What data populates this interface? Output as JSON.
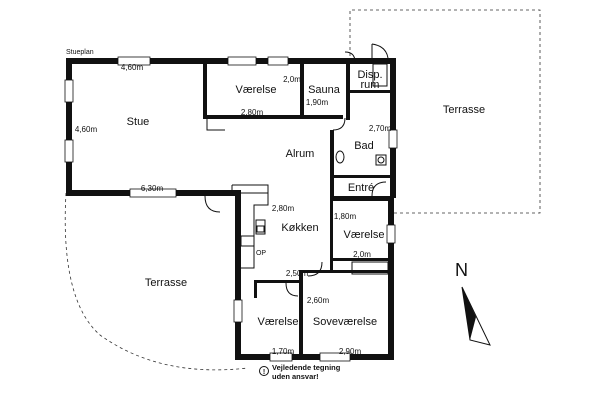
{
  "plan_title": "Stueplan",
  "rooms": {
    "stue": "Stue",
    "vaerelse_top": "Værelse",
    "sauna": "Sauna",
    "disp_line1": "Disp.",
    "disp_line2": "rum",
    "alrum": "Alrum",
    "bad": "Bad",
    "entre": "Entré",
    "koekken": "Køkken",
    "vaerelse_mid": "Værelse",
    "vaerelse_bottom": "Værelse",
    "sovevaerelse": "Soveværelse",
    "terrasse_right": "Terrasse",
    "terrasse_left": "Terrasse",
    "op": "OP"
  },
  "dimensions": {
    "stue_width": "4,60m",
    "stue_height": "4,60m",
    "vaerelse_top_w": "2,80m",
    "vaerelse_top_h": "2,0m",
    "sauna": "1,90m",
    "bad": "2,70m",
    "stue_bottom": "6,30m",
    "koekken": "2,80m",
    "vaerelse_mid_h": "1,80m",
    "vaerelse_mid_w": "2,0m",
    "hall": "2,50m",
    "sove_h": "2,60m",
    "vaerelse_bottom_w": "1,70m",
    "sove_w": "2,90m"
  },
  "north_label": "N",
  "disclaimer_line1": "Vejledende tegning",
  "disclaimer_line2": "uden ansvar!"
}
